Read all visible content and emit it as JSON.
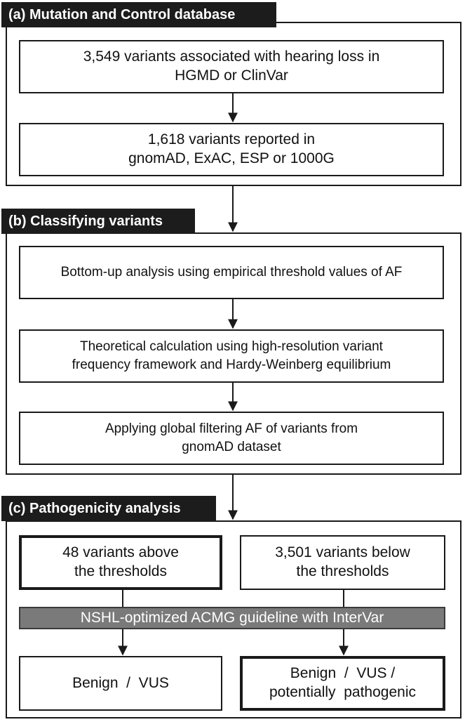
{
  "sections": {
    "a": {
      "title": "(a) Mutation and Control database",
      "box1": "3,549 variants associated with hearing loss in\nHGMD or ClinVar",
      "box2": "1,618 variants reported in\ngnomAD, ExAC, ESP or 1000G"
    },
    "b": {
      "title": "(b) Classifying variants",
      "box1": "Bottom-up analysis using empirical threshold values of AF",
      "box2": "Theoretical calculation using high-resolution variant\nfrequency framework and Hardy-Weinberg equilibrium",
      "box3": "Applying global filtering AF of variants from\ngnomAD dataset"
    },
    "c": {
      "title": "(c) Pathogenicity analysis",
      "left_top": "48 variants above\nthe thresholds",
      "right_top": "3,501 variants below\nthe thresholds",
      "guideline": "NSHL-optimized ACMG guideline with InterVar",
      "left_bottom": "Benign  /  VUS",
      "right_bottom": "Benign  /  VUS /\npotentially  pathogenic"
    }
  },
  "colors": {
    "tab_bg": "#1c1c1c",
    "border": "#1a1a1a",
    "banner_bg": "#7a7a7a"
  }
}
